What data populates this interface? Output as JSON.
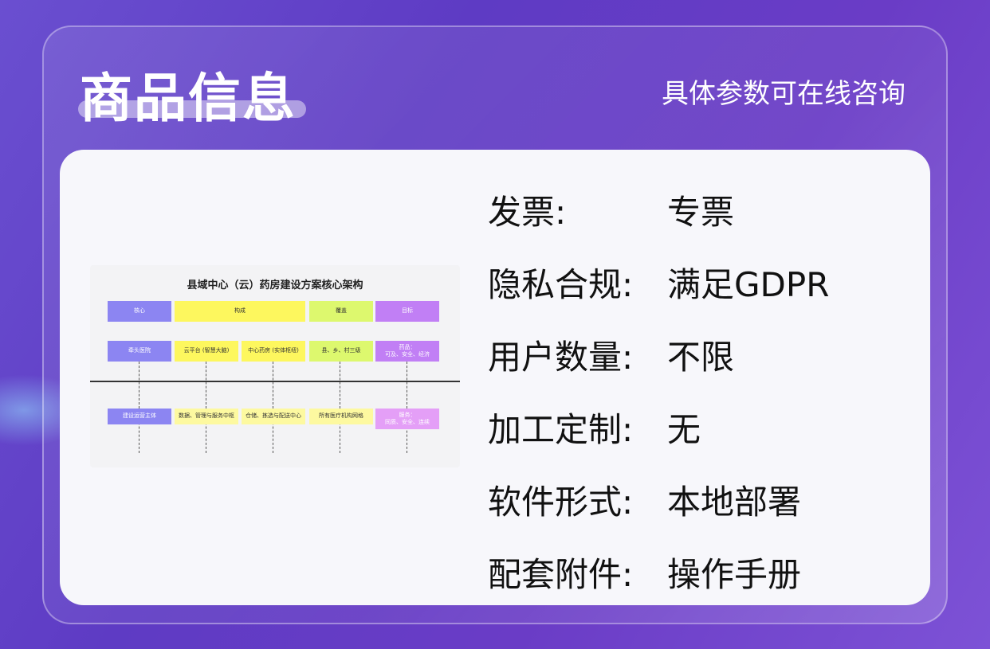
{
  "header": {
    "title": "商品信息",
    "subtitle": "具体参数可在线咨询"
  },
  "diagram": {
    "title": "县域中心（云）药房建设方案核心架构",
    "header_row": [
      "核心",
      "构成",
      "覆盖",
      "目标"
    ],
    "upper_row": [
      "牵头医院",
      "云平台 (智慧大脑)",
      "中心药房 (实体枢纽)",
      "县、乡、村三级",
      "药品：\n可及、安全、经济"
    ],
    "lower_row": [
      "建设运营主体",
      "数据、管理与服务中枢",
      "仓储、拣选与配送中心",
      "所有医疗机构网格",
      "服务：\n同质、安全、连续"
    ]
  },
  "specs": [
    {
      "label": "发票:",
      "value": "专票"
    },
    {
      "label": "隐私合规:",
      "value": "满足GDPR"
    },
    {
      "label": "用户数量:",
      "value": "不限"
    },
    {
      "label": "加工定制:",
      "value": "无"
    },
    {
      "label": "软件形式:",
      "value": "本地部署"
    },
    {
      "label": "配套附件:",
      "value": "操作手册"
    }
  ]
}
